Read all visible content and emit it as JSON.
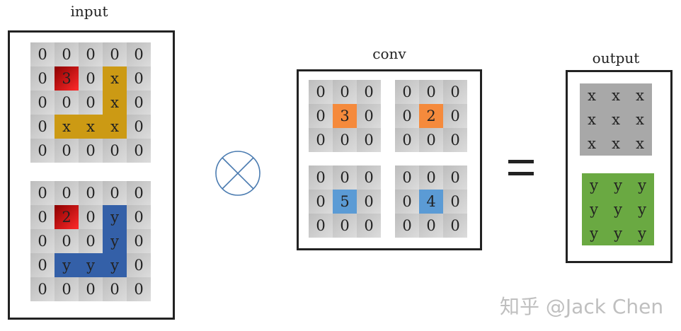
{
  "labels": {
    "input": "input",
    "conv": "conv",
    "output": "output"
  },
  "watermark": "知乎 @Jack Chen",
  "operator_icon": "circled-times-icon",
  "equals_icon": "equals-sign-icon",
  "colors": {
    "red": "#e01b1b",
    "gold": "#cc9a14",
    "blue": "#3460a8",
    "orange": "#f58a3c",
    "light_blue": "#5b9bd5",
    "gray": "#a8a8a8",
    "green": "#6aa942"
  },
  "input_grids": [
    {
      "cells": [
        [
          "0",
          "0",
          "0",
          "0",
          "0"
        ],
        [
          "0",
          "3",
          "0",
          "x",
          "0"
        ],
        [
          "0",
          "0",
          "0",
          "x",
          "0"
        ],
        [
          "0",
          "x",
          "x",
          "x",
          "0"
        ],
        [
          "0",
          "0",
          "0",
          "0",
          "0"
        ]
      ],
      "colors": [
        [
          "",
          "",
          "",
          "",
          ""
        ],
        [
          "",
          "red",
          "",
          "gold",
          ""
        ],
        [
          "",
          "",
          "",
          "gold",
          ""
        ],
        [
          "",
          "gold",
          "gold",
          "gold",
          ""
        ],
        [
          "",
          "",
          "",
          "",
          ""
        ]
      ]
    },
    {
      "cells": [
        [
          "0",
          "0",
          "0",
          "0",
          "0"
        ],
        [
          "0",
          "2",
          "0",
          "y",
          "0"
        ],
        [
          "0",
          "0",
          "0",
          "y",
          "0"
        ],
        [
          "0",
          "y",
          "y",
          "y",
          "0"
        ],
        [
          "0",
          "0",
          "0",
          "0",
          "0"
        ]
      ],
      "colors": [
        [
          "",
          "",
          "",
          "",
          ""
        ],
        [
          "",
          "red",
          "",
          "blue",
          ""
        ],
        [
          "",
          "",
          "",
          "blue",
          ""
        ],
        [
          "",
          "blue",
          "blue",
          "blue",
          ""
        ],
        [
          "",
          "",
          "",
          "",
          ""
        ]
      ]
    }
  ],
  "conv_grids": [
    {
      "cells": [
        [
          "0",
          "0",
          "0"
        ],
        [
          "0",
          "3",
          "0"
        ],
        [
          "0",
          "0",
          "0"
        ]
      ],
      "colors": [
        [
          "",
          "",
          ""
        ],
        [
          "",
          "orange",
          ""
        ],
        [
          "",
          "",
          ""
        ]
      ]
    },
    {
      "cells": [
        [
          "0",
          "0",
          "0"
        ],
        [
          "0",
          "2",
          "0"
        ],
        [
          "0",
          "0",
          "0"
        ]
      ],
      "colors": [
        [
          "",
          "",
          ""
        ],
        [
          "",
          "orange",
          ""
        ],
        [
          "",
          "",
          ""
        ]
      ]
    },
    {
      "cells": [
        [
          "0",
          "0",
          "0"
        ],
        [
          "0",
          "5",
          "0"
        ],
        [
          "0",
          "0",
          "0"
        ]
      ],
      "colors": [
        [
          "",
          "",
          ""
        ],
        [
          "",
          "lblue",
          ""
        ],
        [
          "",
          "",
          ""
        ]
      ]
    },
    {
      "cells": [
        [
          "0",
          "0",
          "0"
        ],
        [
          "0",
          "4",
          "0"
        ],
        [
          "0",
          "0",
          "0"
        ]
      ],
      "colors": [
        [
          "",
          "",
          ""
        ],
        [
          "",
          "lblue",
          ""
        ],
        [
          "",
          "",
          ""
        ]
      ]
    }
  ],
  "output_grids": [
    {
      "cells": [
        [
          "x",
          "x",
          "x"
        ],
        [
          "x",
          "x",
          "x"
        ],
        [
          "x",
          "x",
          "x"
        ]
      ],
      "colors": [
        [
          "gray",
          "gray",
          "gray"
        ],
        [
          "gray",
          "gray",
          "gray"
        ],
        [
          "gray",
          "gray",
          "gray"
        ]
      ]
    },
    {
      "cells": [
        [
          "y",
          "y",
          "y"
        ],
        [
          "y",
          "y",
          "y"
        ],
        [
          "y",
          "y",
          "y"
        ]
      ],
      "colors": [
        [
          "green",
          "green",
          "green"
        ],
        [
          "green",
          "green",
          "green"
        ],
        [
          "green",
          "green",
          "green"
        ]
      ]
    }
  ]
}
